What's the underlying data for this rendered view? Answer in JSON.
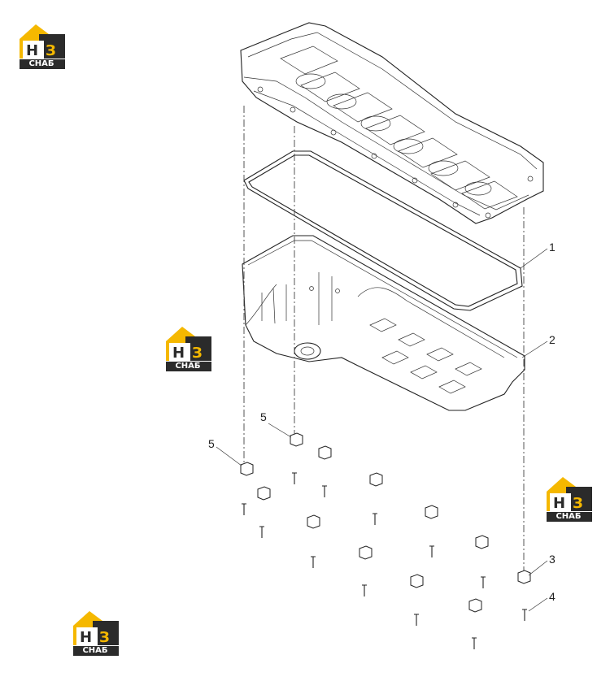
{
  "logo": {
    "letters": "НЗ",
    "caption": "СНАБ",
    "colors": {
      "yellow": "#f5b800",
      "dark": "#2b2b2b"
    }
  },
  "callouts": [
    "1",
    "2",
    "3",
    "4",
    "5",
    "5"
  ],
  "icons": [
    "brand-logo-icon",
    "engine-block-icon",
    "gasket-icon",
    "oil-pan-icon",
    "bracket-icon",
    "bolt-icon"
  ]
}
